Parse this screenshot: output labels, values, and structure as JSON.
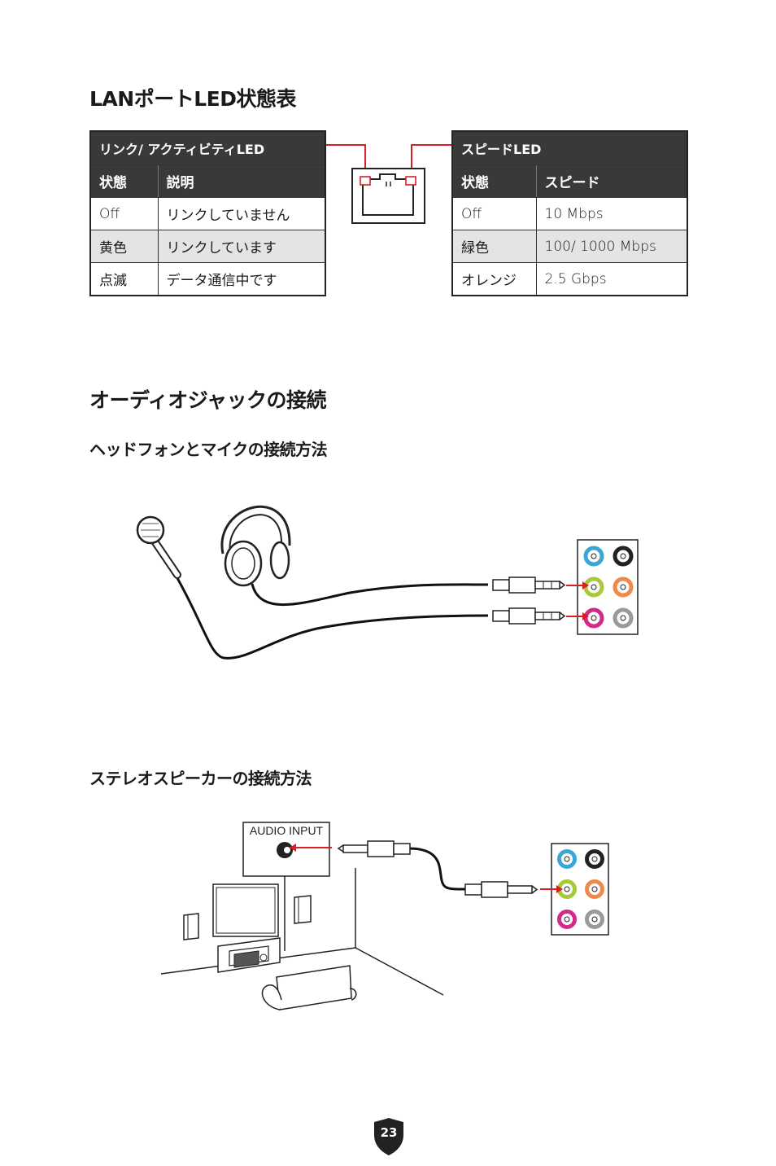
{
  "lan_section": {
    "title": "LANポートLED状態表",
    "link_table": {
      "title": "リンク/ アクティビティLED",
      "headers": [
        "状態",
        "説明"
      ],
      "rows": [
        [
          "Off",
          "リンクしていません"
        ],
        [
          "黄色",
          "リンクしています"
        ],
        [
          "点滅",
          "データ通信中です"
        ]
      ]
    },
    "speed_table": {
      "title": "スピードLED",
      "headers": [
        "状態",
        "スピード"
      ],
      "rows": [
        [
          "Off",
          "10 Mbps"
        ],
        [
          "緑色",
          "100/ 1000 Mbps"
        ],
        [
          "オレンジ",
          "2.5 Gbps"
        ]
      ]
    }
  },
  "audio_section": {
    "title": "オーディオジャックの接続",
    "headphone_subtitle": "ヘッドフォンとマイクの接続方法",
    "speaker_subtitle": "ステレオスピーカーの接続方法",
    "audio_input_label": "AUDIO INPUT"
  },
  "page_number": "23",
  "colors": {
    "header_bg": "#3b3938",
    "alt_row": "#e4e4e4",
    "arrow_red": "#d81f26",
    "jack_blue": "#3aa7d6",
    "jack_black": "#222222",
    "jack_green": "#a8c93a",
    "jack_orange": "#f08a4b",
    "jack_pink": "#d42a8c",
    "jack_gray": "#9a9a9a"
  }
}
